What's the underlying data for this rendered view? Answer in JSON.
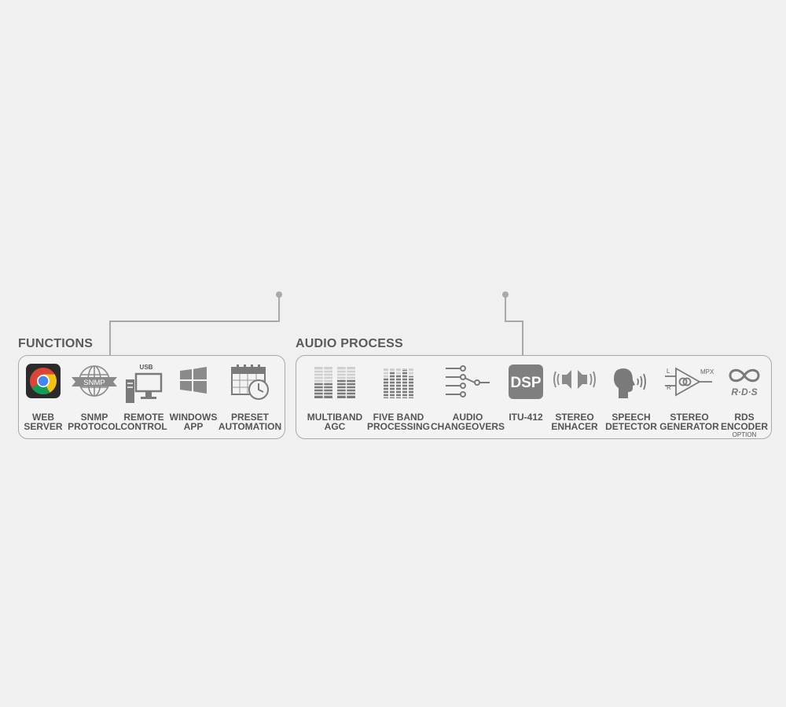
{
  "functions": {
    "title": "FUNCTIONS",
    "items": [
      {
        "icon": "chrome-icon",
        "line1": "WEB",
        "line2": "SERVER"
      },
      {
        "icon": "snmp-globe-icon",
        "line1": "SNMP",
        "line2": "PROTOCOL",
        "badge": "SNMP"
      },
      {
        "icon": "usb-computer-icon",
        "line1": "REMOTE",
        "line2": "CONTROL",
        "badge": "USB"
      },
      {
        "icon": "windows-icon",
        "line1": "WINDOWS",
        "line2": "APP"
      },
      {
        "icon": "calendar-clock-icon",
        "line1": "PRESET",
        "line2": "AUTOMATION"
      }
    ]
  },
  "audio": {
    "title": "AUDIO PROCESS",
    "items": [
      {
        "icon": "multiband-meter-icon",
        "line1": "MULTIBAND",
        "line2": "AGC"
      },
      {
        "icon": "equalizer-icon",
        "line1": "FIVE BAND",
        "line2": "PROCESSING"
      },
      {
        "icon": "switch-icon",
        "line1": "AUDIO",
        "line2": "CHANGEOVERS"
      },
      {
        "icon": "dsp-icon",
        "line1": "ITU-412",
        "line2": "",
        "badge": "DSP"
      },
      {
        "icon": "stereo-speakers-icon",
        "line1": "STEREO",
        "line2": "ENHACER"
      },
      {
        "icon": "speech-head-icon",
        "line1": "SPEECH",
        "line2": "DETECTOR"
      },
      {
        "icon": "mpx-amplifier-icon",
        "line1": "STEREO",
        "line2": "GENERATOR",
        "badge_l": "L",
        "badge_r": "R",
        "badge_out": "MPX"
      },
      {
        "icon": "rds-icon",
        "line1": "RDS",
        "line2": "ENCODER",
        "note": "OPTION",
        "badge": "R·D·S"
      }
    ]
  },
  "colors": {
    "background": "#f0f0f0",
    "border": "#a9a9a9",
    "icon": "#808080",
    "text": "#555555"
  }
}
